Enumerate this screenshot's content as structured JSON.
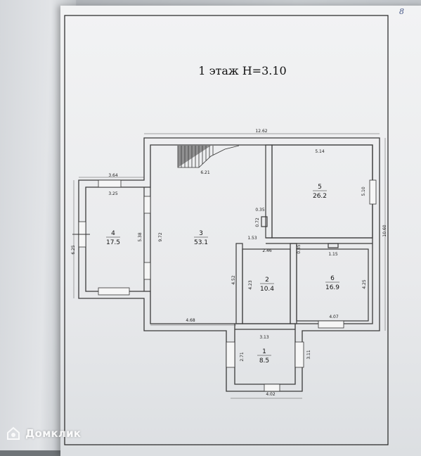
{
  "plan": {
    "title": "1 этаж H=3.10",
    "page_mark": "8",
    "dimensions": {
      "overall_width": "12.62",
      "overall_height": "10.60",
      "room3_top": "6.21",
      "room3_left": "9.72",
      "room3_bottom": "4.68",
      "room4_outer_top": "3.64",
      "room4_inner_top": "3.25",
      "room4_inner_right": "5.38",
      "room4_outer_left": "6.25",
      "room5_top": "5.14",
      "room5_right": "5.10",
      "closet_height": "0.35",
      "closet_width": "0.72",
      "corridor_width": "1.53",
      "room2_top": "2.46",
      "room2_left_outer": "4.52",
      "room2_left_inner": "4.23",
      "room6_small": "0.35",
      "room6_niche": "1.15",
      "room6_right": "4.25",
      "room6_bottom": "4.07",
      "room1_top": "3.13",
      "room1_left": "2.71",
      "room1_right": "3.11",
      "room1_bottom": "4.02"
    },
    "rooms": [
      {
        "num": "1",
        "area": "8.5"
      },
      {
        "num": "2",
        "area": "10.4"
      },
      {
        "num": "3",
        "area": "53.1"
      },
      {
        "num": "4",
        "area": "17.5"
      },
      {
        "num": "5",
        "area": "26.2"
      },
      {
        "num": "6",
        "area": "16.9"
      }
    ]
  },
  "watermark": {
    "text": "Домклик"
  },
  "colors": {
    "wall": "#3a3a3a",
    "ink": "#1f1f1f",
    "paper": "#eeeff1"
  }
}
